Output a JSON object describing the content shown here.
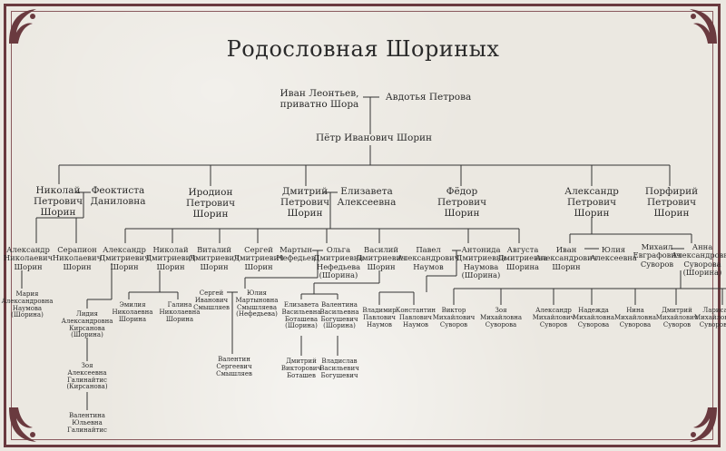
{
  "title": "Родословная Шориных",
  "colors": {
    "frame": "#6a3a3f",
    "paper": "#ebe8e1",
    "ink": "#2a2a2a"
  },
  "people": {
    "ivan": "Иван Леонтьев,\nприватно Шора",
    "avdotya": "Авдотья Петрова",
    "petr": "Пётр Иванович Шорин",
    "nikolai_p": "Николай\nПетрович\nШорин",
    "feoktista": "Феоктиста\nДаниловна",
    "irodion": "Иродион\nПетрович\nШорин",
    "dmitry_p": "Дмитрий\nПетрович\nШорин",
    "elizaveta_a": "Елизавета\nАлексеевна",
    "fedor_p": "Фёдор\nПетрович\nШорин",
    "alexander_p": "Александр\nПетрович\nШорин",
    "porfiry": "Порфирий\nПетрович\nШорин",
    "alexander_n": "Александр\nНиколаевич\nШорин",
    "serapion": "Серапион\nНиколаевич\nШорин",
    "alexander_d": "Александр\nДмитриевич\nШорин",
    "nikolai_d": "Николай\nДмитриевич\nШорин",
    "vitaly": "Виталий\nДмитриевич\nШорин",
    "sergey_d": "Сергей\nДмитриевич\nШорин",
    "martyn": "Мартын\nНефедьев",
    "olga": "Ольга\nДмитриевна\nНефедьева\n(Шорина)",
    "vasily_d": "Василий\nДмитриевич\nШорин",
    "pavel": "Павел\nАлександрович\nНаумов",
    "antonida": "Антонида\nДмитриевна\nНаумова\n(Шорина)",
    "augusta": "Августа\nДмитриевна\nШорина",
    "ivan_a": "Иван\nАлександрович\nШорин",
    "yulia_a": "Юлия\nАлексеевна",
    "mikhail_e": "Михаил\nЕвграфович\nСуворов",
    "anna_a": "Анна\nАлександровна\nСуворова\n(Шорина)",
    "maria": "Мария\nАлександровна\nНаумова\n(Шорина)",
    "lidia": "Лидия\nАлександровна\nКирсанова\n(Шорина)",
    "emilia": "Эмилия\nНиколаевна\nШорина",
    "galina": "Галина\nНиколаевна\nШорина",
    "sergey_i": "Сергей\nИванович\nСмышляев",
    "yulia_m": "Юлия\nМартыновна\nСмышляева\n(Нефедьева)",
    "elizaveta_v": "Елизавета\nВасильевна\nБоташева\n(Шорина)",
    "valentina_v": "Валентина\nВасильевна\nБогушевич\n(Шорина)",
    "vladimir": "Владимир\nПавлович\nНаумов",
    "konstantin": "Константин\nПавлович\nНаумов",
    "viktor": "Виктор\nМихайлович\nСуворов",
    "zoya_m": "Зоя\nМихайловна\nСуворова",
    "alexander_m": "Александр\nМихайлович\nСуворов",
    "nadezhda": "Надежда\nМихайловна\nСуворова",
    "nina": "Нина\nМихайловна\nСуворова",
    "dmitry_m": "Дмитрий\nМихайлович\nСуворов",
    "larisa": "Лариса\nМихайловна\nСуворова",
    "zoya_a": "Зоя\nАлексеевна\nГалинайтис\n(Кирсанова)",
    "valentin": "Валентин\nСергеевич\nСмышляев",
    "dmitry_v": "Дмитрий\nВикторович\nБоташев",
    "vladislav": "Владислав\nВасильевич\nБогушевич",
    "valentina_yu": "Валентина\nЮльевна\nГалинайтис"
  }
}
